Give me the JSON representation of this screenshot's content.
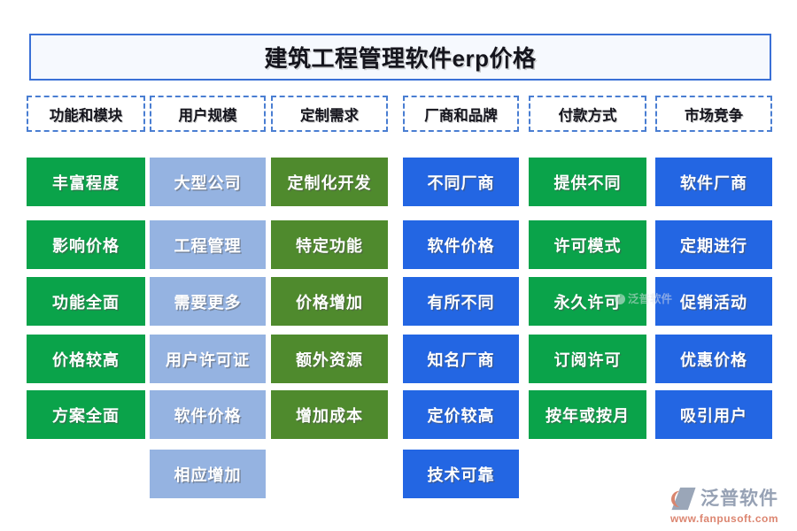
{
  "title": "建筑工程管理软件erp价格",
  "columns": [
    {
      "header": "功能和模块",
      "color": "#0aa34a",
      "items": [
        "丰富程度",
        "影响价格",
        "功能全面",
        "价格较高",
        "方案全面"
      ]
    },
    {
      "header": "用户规模",
      "color": "#95b3e1",
      "items": [
        "大型公司",
        "工程管理",
        "需要更多",
        "用户许可证",
        "软件价格",
        "相应增加"
      ]
    },
    {
      "header": "定制需求",
      "color": "#4f8a2d",
      "items": [
        "定制化开发",
        "特定功能",
        "价格增加",
        "额外资源",
        "增加成本"
      ]
    },
    {
      "header": "厂商和品牌",
      "color": "#2366e3",
      "items": [
        "不同厂商",
        "软件价格",
        "有所不同",
        "知名厂商",
        "定价较高",
        "技术可靠"
      ]
    },
    {
      "header": "付款方式",
      "color": "#0aa34a",
      "items": [
        "提供不同",
        "许可模式",
        "永久许可",
        "订阅许可",
        "按年或按月"
      ]
    },
    {
      "header": "市场竞争",
      "color": "#2366e3",
      "items": [
        "软件厂商",
        "定期进行",
        "促销活动",
        "优惠价格",
        "吸引用户"
      ]
    }
  ],
  "watermark": {
    "text": "泛普软件"
  },
  "logo": {
    "name": "泛普软件",
    "url": "www.fanpusoft.com"
  },
  "colors": {
    "green": "#0aa34a",
    "light_blue": "#95b3e1",
    "olive": "#4f8a2d",
    "blue": "#2366e3",
    "title_border": "#3a70d6",
    "title_bg": "#f6f9fe",
    "header_border": "#4a7ed2",
    "logo_gray": "#96a1b4",
    "logo_salmon": "#dc8570"
  }
}
